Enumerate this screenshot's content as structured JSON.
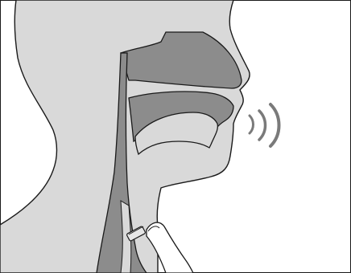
{
  "figure": {
    "subject": "speaking-head-cross-section",
    "elements": [
      "head-silhouette",
      "nasal-cavity",
      "oral-cavity",
      "tongue",
      "pharynx",
      "trachea",
      "voice-prosthesis",
      "finger",
      "sound-waves"
    ],
    "colors": {
      "background": "#ffffff",
      "skin": "#d9d9d9",
      "cavity": "#8c8c8c",
      "outline": "#1a1a1a",
      "sound_waves": "#7a7a7a",
      "finger": "#ffffff"
    },
    "sound_wave_count": 3
  }
}
